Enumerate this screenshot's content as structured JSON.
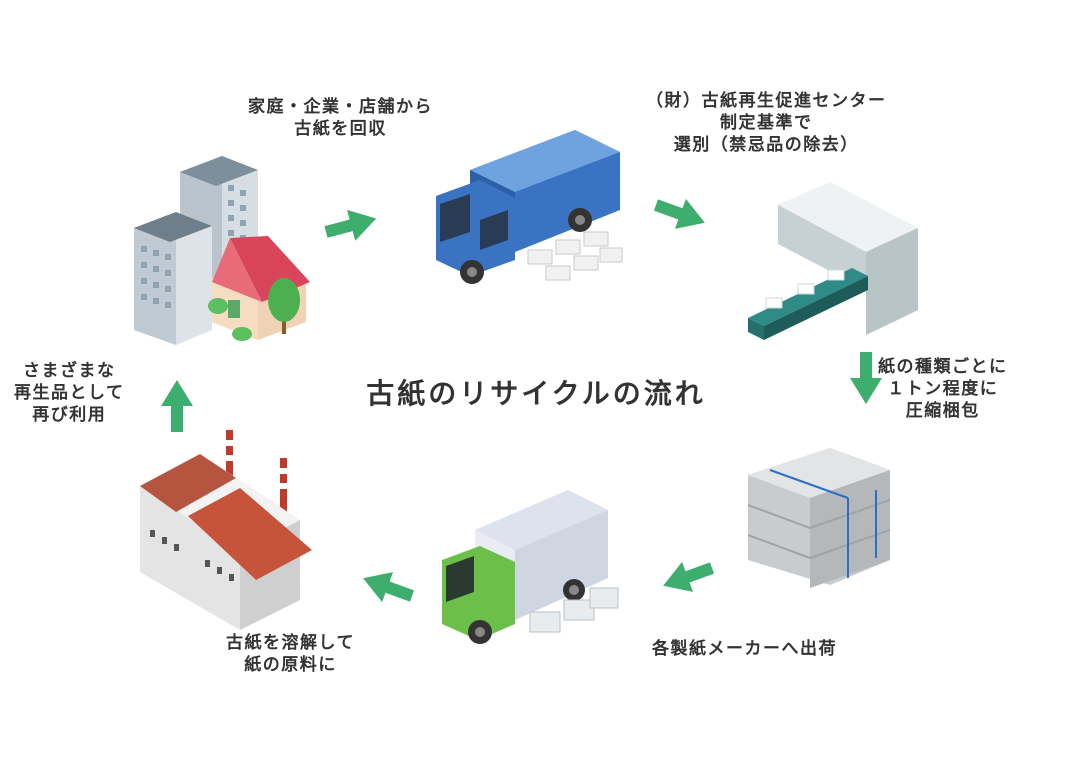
{
  "title": "古紙のリサイクルの流れ",
  "steps": [
    {
      "id": "collect",
      "lines": [
        "家庭・企業・店舗から",
        "古紙を回収"
      ]
    },
    {
      "id": "sort",
      "lines": [
        "（財）古紙再生促進センター",
        "制定基準で",
        "選別（禁忌品の除去）"
      ]
    },
    {
      "id": "pack",
      "lines": [
        "紙の種類ごとに",
        "１トン程度に",
        "圧縮梱包"
      ]
    },
    {
      "id": "ship",
      "lines": [
        "各製紙メーカーへ出荷"
      ]
    },
    {
      "id": "dissolve",
      "lines": [
        "古紙を溶解して",
        "紙の原料に"
      ]
    },
    {
      "id": "reuse",
      "lines": [
        "さまざまな",
        "再生品として",
        "再び利用"
      ]
    }
  ],
  "icons": [
    "buildings-house-icon",
    "blue-truck-icon",
    "sorting-machine-icon",
    "paper-bales-icon",
    "green-truck-icon",
    "factory-icon"
  ],
  "colors": {
    "arrow": "#3dae6e",
    "text": "#333333"
  }
}
